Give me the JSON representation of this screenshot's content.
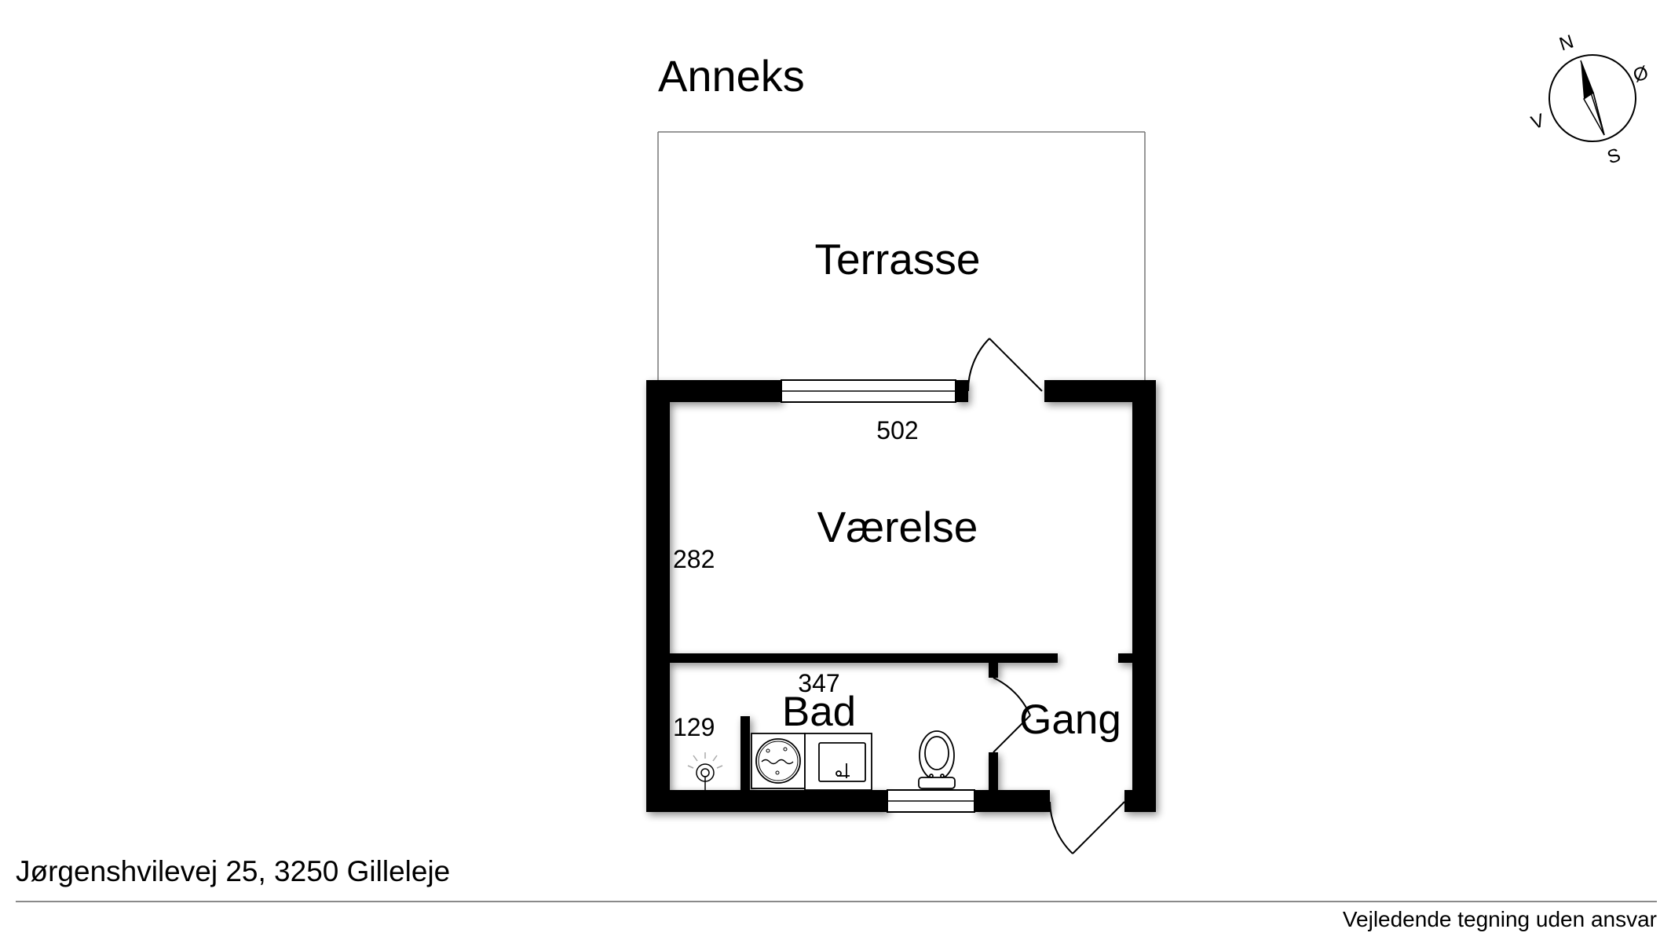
{
  "title": "Anneks",
  "rooms": {
    "terrasse": "Terrasse",
    "vaerelse": "Værelse",
    "bad": "Bad",
    "gang": "Gang"
  },
  "dimensions": {
    "vaerelse_width": "502",
    "vaerelse_depth": "282",
    "bad_width": "347",
    "bad_depth": "129"
  },
  "compass": {
    "north": "N",
    "east": "Ø",
    "south": "S",
    "west": "V"
  },
  "footer": {
    "address": "Jørgenshvilevej 25, 3250 Gilleleje",
    "disclaimer": "Vejledende tegning uden ansvar"
  }
}
